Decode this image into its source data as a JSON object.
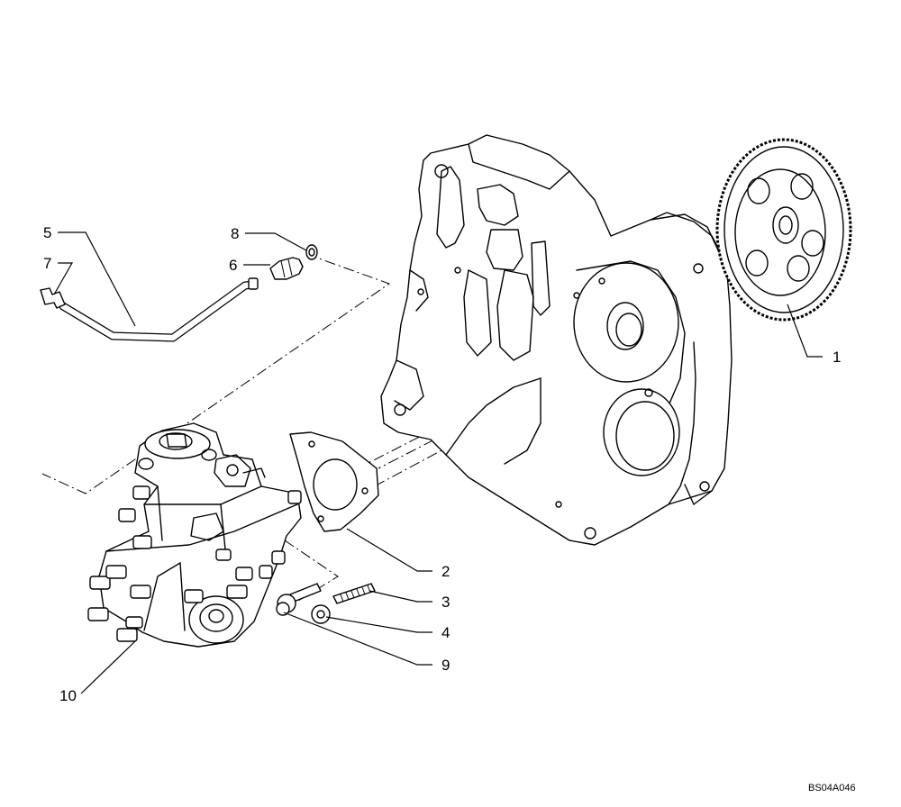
{
  "callouts": [
    {
      "number": "1",
      "part": "gear"
    },
    {
      "number": "2",
      "part": "gasket"
    },
    {
      "number": "3",
      "part": "stud"
    },
    {
      "number": "4",
      "part": "nut"
    },
    {
      "number": "5",
      "part": "pipe"
    },
    {
      "number": "6",
      "part": "fitting"
    },
    {
      "number": "7",
      "part": "union"
    },
    {
      "number": "8",
      "part": "washer"
    },
    {
      "number": "9",
      "part": "screw"
    },
    {
      "number": "10",
      "part": "injection-pump"
    }
  ],
  "drawing_code": "BS04A046"
}
